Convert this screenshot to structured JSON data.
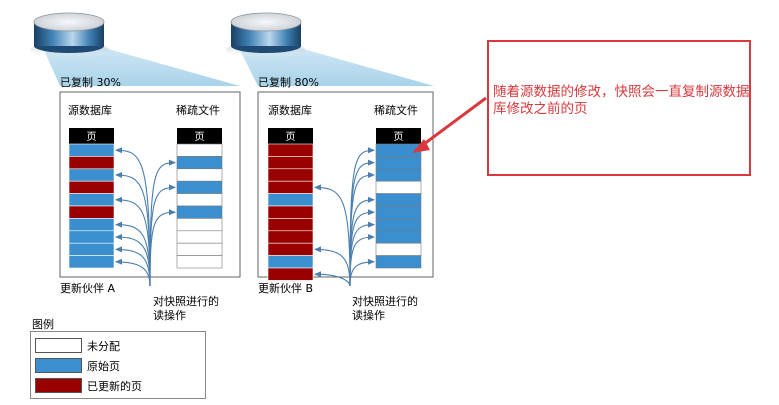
{
  "panels": [
    {
      "copied_label": "已复制 30%",
      "source_title": "源数据库",
      "sparse_title": "稀疏文件",
      "page_header": "页",
      "source_pages": [
        "original",
        "updated",
        "original",
        "updated",
        "original",
        "updated",
        "original",
        "original",
        "original",
        "original"
      ],
      "sparse_pages": [
        "empty",
        "original",
        "empty",
        "original",
        "empty",
        "original",
        "empty",
        "empty",
        "empty",
        "empty"
      ],
      "partner_label": "更新伙伴 A",
      "read_label_line1": "对快照进行的",
      "read_label_line2": "读操作"
    },
    {
      "copied_label": "已复制 80%",
      "source_title": "源数据库",
      "sparse_title": "稀疏文件",
      "page_header": "页",
      "source_pages": [
        "updated",
        "updated",
        "updated",
        "updated",
        "original",
        "updated",
        "updated",
        "updated",
        "updated",
        "original",
        "updated"
      ],
      "sparse_pages": [
        "original",
        "original",
        "original",
        "empty",
        "original",
        "original",
        "original",
        "original",
        "empty",
        "original"
      ],
      "partner_label": "更新伙伴 B",
      "read_label_line1": "对快照进行的",
      "read_label_line2": "读操作"
    }
  ],
  "callout": {
    "text": "随着源数据的修改，快照会一直复制源数据库修改之前的页"
  },
  "legend": {
    "title": "图例",
    "items": [
      {
        "label": "未分配",
        "color": "#ffffff"
      },
      {
        "label": "原始页",
        "color": "#3b8fcf"
      },
      {
        "label": "已更新的页",
        "color": "#990000"
      }
    ]
  },
  "colors": {
    "original": "#3b8fcf",
    "updated": "#990000",
    "empty": "#ffffff",
    "header": "#000000",
    "arrow": "#4a7fae",
    "callout": "#d9393d"
  }
}
